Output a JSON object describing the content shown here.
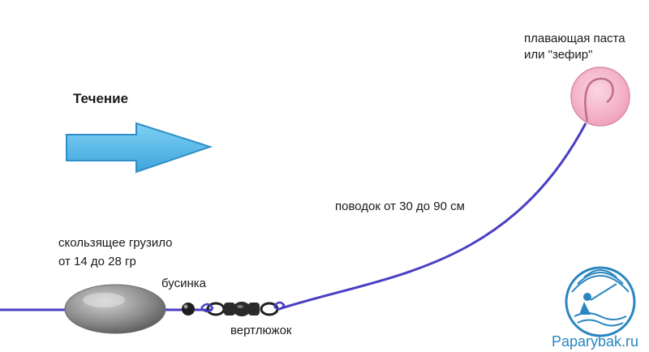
{
  "flow_label": "Течение",
  "labels": {
    "paste_line1": "плавающая паста",
    "paste_line2": "или \"зефир\"",
    "leader": "поводок от 30 до 90 см",
    "sinker_line1": "скользящее грузило",
    "sinker_line2": "от 14 до 28 гр",
    "bead": "бусинка",
    "swivel": "вертлюжок"
  },
  "brand": "Paparybak.ru",
  "colors": {
    "line": "#4a3fc4",
    "arrow": "#4fb6e6",
    "bait": "#f5b6cc",
    "logo": "#2a86bf"
  }
}
